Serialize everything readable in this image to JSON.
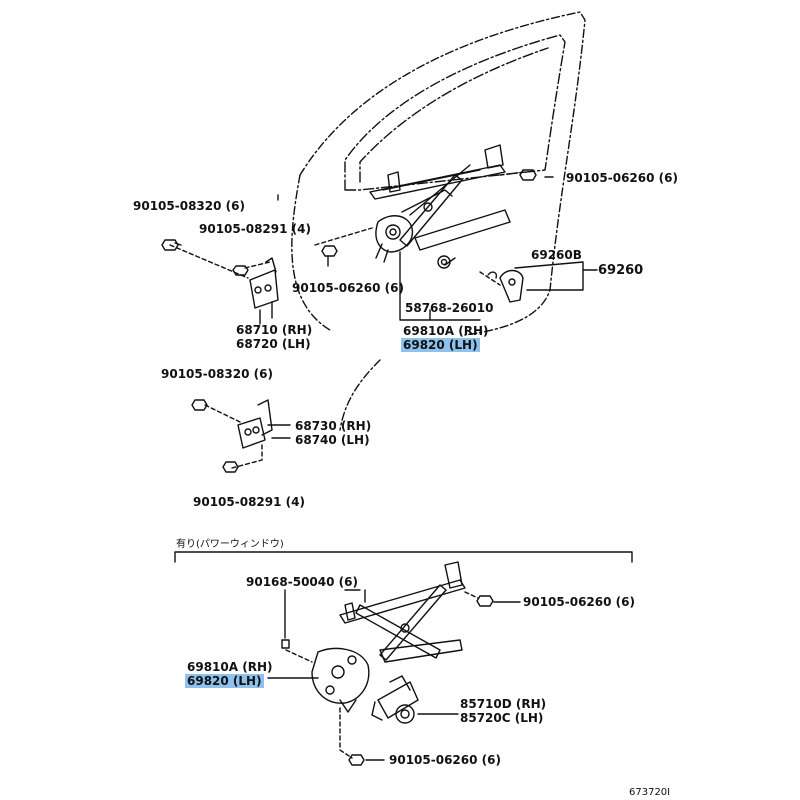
{
  "labels": {
    "b_90105_08320_top": "90105-08320 (6)",
    "b_90105_08291_top": "90105-08291 (4)",
    "b_90105_06260_mid": "90105-06260 (6)",
    "b_90105_06260_right": "90105-06260 (6)",
    "p_58768": "58768-26010",
    "p_69810A_top": "69810A (RH)",
    "p_69820_top": "69820 (LH)",
    "p_69260B": "69260B",
    "p_69260": "69260",
    "p_68710": "68710 (RH)",
    "p_68720": "68720 (LH)",
    "b_90105_08320_mid": "90105-08320 (6)",
    "p_68730": "68730 (RH)",
    "p_68740": "68740 (LH)",
    "b_90105_08291_bot": "90105-08291 (4)",
    "section_note": "有り(パワーウィンドウ)",
    "b_90168_50040": "90168-50040 (6)",
    "b_90105_06260_low_right": "90105-06260 (6)",
    "p_69810A_bot": "69810A (RH)",
    "p_69820_bot": "69820 (LH)",
    "p_85710D": "85710D (RH)",
    "p_85720C": "85720C (LH)",
    "b_90105_06260_bottom": "90105-06260 (6)",
    "diagram_code": "673720I"
  },
  "colors": {
    "highlight": "#8fc1ef",
    "line": "#111111"
  }
}
